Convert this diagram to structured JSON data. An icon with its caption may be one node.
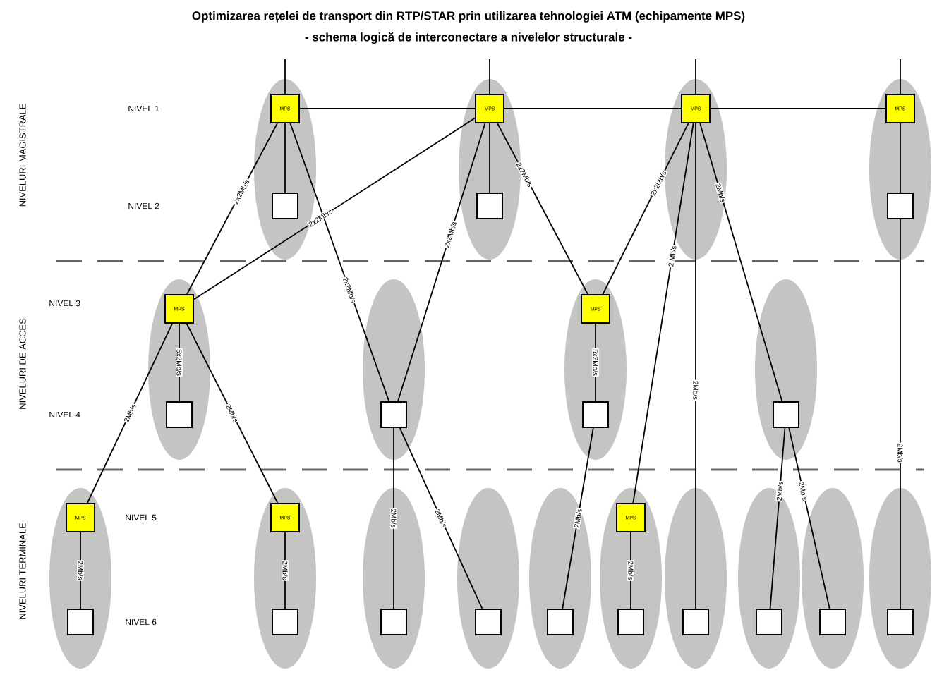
{
  "diagram": {
    "title": "Optimizarea rețelei de transport  din RTP/STAR prin utilizarea tehnologiei ATM (echipamente MPS)",
    "nodes": [
      {
        "text": [
          "MPS"
        ]
      },
      {
        "text": [
          "MPS"
        ]
      },
      {
        "text": [
          "MPS"
        ]
      },
      {
        "text": [
          "MPS"
        ]
      },
      {
        "text": [],
        "shape": "box"
      },
      {
        "text": [],
        "shape": "box"
      },
      {
        "text": [],
        "shape": "box"
      },
      {
        "text": [
          "MPS"
        ]
      },
      {
        "text": [
          "MPS"
        ]
      },
      {
        "text": [],
        "shape": "box"
      },
      {
        "text": [],
        "shape": "box"
      },
      {
        "text": [],
        "shape": "box"
      },
      {
        "text": [],
        "shape": "box"
      },
      {
        "text": [
          "MPS"
        ]
      },
      {
        "text": [
          "MPS"
        ]
      },
      {
        "text": [
          "MPS"
        ]
      },
      {
        "text": [],
        "shape": "box"
      },
      {
        "text": [],
        "shape": "box"
      },
      {
        "text": [],
        "shape": "box"
      },
      {
        "text": [],
        "shape": "box"
      },
      {
        "text": [],
        "shape": "box"
      },
      {
        "text": [],
        "shape": "box"
      },
      {
        "text": [],
        "shape": "box"
      },
      {
        "text": [],
        "shape": "box"
      },
      {
        "text": [],
        "shape": "box"
      },
      {
        "text": [],
        "shape": "box"
      }
    ],
    "edges": [
      {
        "from": null,
        "to": 0,
        "arrow": "none"
      },
      {
        "from": null,
        "to": 1,
        "arrow": "none"
      },
      {
        "from": null,
        "to": 2,
        "arrow": "none"
      },
      {
        "from": null,
        "to": 3,
        "arrow": "none"
      },
      {
        "from": 0,
        "to": 1,
        "arrow": "none"
      },
      {
        "from": 1,
        "to": 2,
        "arrow": "none"
      },
      {
        "from": 2,
        "to": 3,
        "arrow": "none"
      },
      {
        "from": 0,
        "to": 4,
        "arrow": "none"
      },
      {
        "from": 1,
        "to": 5,
        "arrow": "none"
      },
      {
        "from": 3,
        "to": 6,
        "arrow": "none"
      },
      {
        "from": 0,
        "to": 7,
        "arrow": "none",
        "label": "2x2Mb/s"
      },
      {
        "from": 1,
        "to": 7,
        "arrow": "none",
        "label": "2x2Mb/s"
      },
      {
        "from": 0,
        "to": 10,
        "arrow": "none",
        "label": "2x2Mb/s"
      },
      {
        "from": 1,
        "to": 10,
        "arrow": "none",
        "label": "2x2Mb/s"
      },
      {
        "from": 1,
        "to": 8,
        "arrow": "none",
        "label": "2x2Mb/s"
      },
      {
        "from": 2,
        "to": 8,
        "arrow": "none",
        "label": "2x2Mb/s"
      },
      {
        "from": 2,
        "to": 15,
        "arrow": "none",
        "label": "2 Mb/s"
      },
      {
        "from": 2,
        "to": 22,
        "arrow": "none",
        "label": "2Mb/s"
      },
      {
        "from": 2,
        "to": 12,
        "arrow": "none",
        "label": "2Mb/s"
      },
      {
        "from": 6,
        "to": 25,
        "arrow": "none",
        "label": "2Mb/s"
      },
      {
        "from": 7,
        "to": 9,
        "arrow": "none",
        "label": "5x2Mb/s"
      },
      {
        "from": 7,
        "to": 13,
        "arrow": "none",
        "label": "2Mb/s"
      },
      {
        "from": 7,
        "to": 14,
        "arrow": "none",
        "label": "2Mb/s"
      },
      {
        "from": 8,
        "to": 11,
        "arrow": "none",
        "label": "5x2Mb/s"
      },
      {
        "from": 10,
        "to": 18,
        "arrow": "none",
        "label": "2Mb/s"
      },
      {
        "from": 10,
        "to": 19,
        "arrow": "none",
        "label": "2Mb/s"
      },
      {
        "from": 11,
        "to": 20,
        "arrow": "none",
        "label": "2Mb/s"
      },
      {
        "from": 12,
        "to": 23,
        "arrow": "none",
        "label": "2Mb/s"
      },
      {
        "from": 12,
        "to": 24,
        "arrow": "none",
        "label": "2Mb/s"
      },
      {
        "from": 13,
        "to": 16,
        "arrow": "none",
        "label": "2Mb/s"
      },
      {
        "from": 14,
        "to": 17,
        "arrow": "none",
        "label": "2Mb/s"
      },
      {
        "from": 15,
        "to": 21,
        "arrow": "none",
        "label": "2Mb/s"
      }
    ],
    "labels": [
      "- schema logică de interconectare a nivelelor structurale -",
      "NIVELURI MAGISTRALE",
      "NIVEL 1",
      "NIVEL 2",
      "NIVELURI DE ACCES",
      "NIVEL 3",
      "NIVEL 4",
      "NIVELURI TERMINALE",
      "NIVEL 5",
      "NIVEL 6"
    ]
  }
}
